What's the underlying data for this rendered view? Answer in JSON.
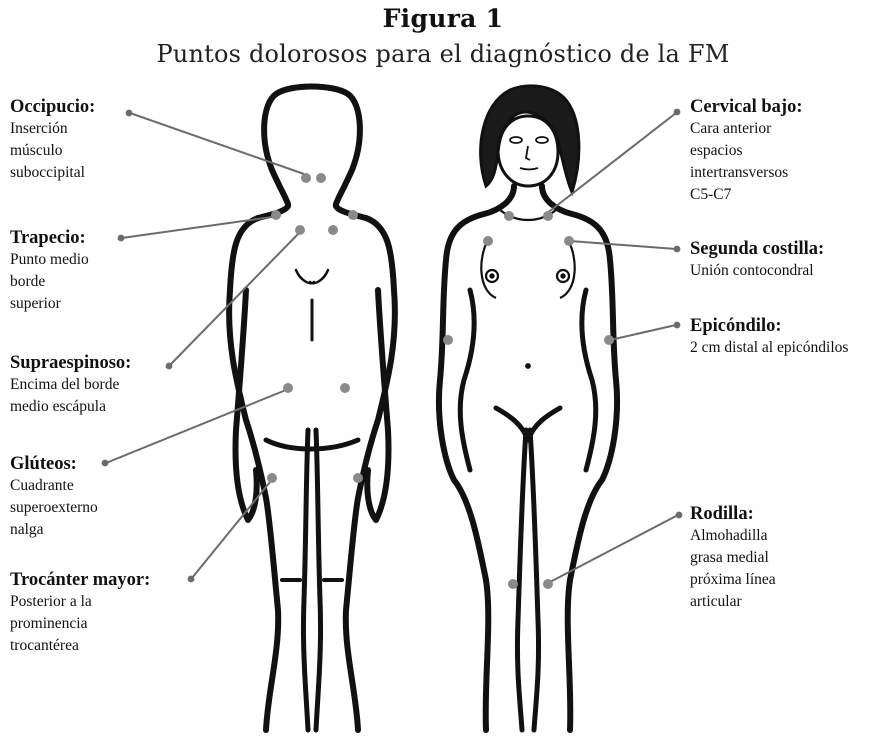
{
  "figure": {
    "title": "Figura 1",
    "subtitle": "Puntos dolorosos para el diagnóstico de la FM"
  },
  "left_labels": [
    {
      "heading": "Occipucio:",
      "lines": [
        "Inserción",
        "músculo",
        "suboccipital"
      ]
    },
    {
      "heading": "Trapecio:",
      "lines": [
        "Punto medio",
        "borde",
        "superior"
      ]
    },
    {
      "heading": "Supraespinoso:",
      "lines": [
        "Encima del borde",
        "medio escápula"
      ]
    },
    {
      "heading": "Glúteos:",
      "lines": [
        "Cuadrante",
        "superoexterno",
        "nalga"
      ]
    },
    {
      "heading": "Trocánter mayor:",
      "lines": [
        "Posterior a la",
        "prominencia",
        "trocantérea"
      ]
    }
  ],
  "right_labels": [
    {
      "heading": "Cervical bajo:",
      "lines": [
        "Cara anterior",
        "espacios",
        "intertransversos",
        "C5-C7"
      ]
    },
    {
      "heading": "Segunda costilla:",
      "lines": [
        "Unión contocondral"
      ]
    },
    {
      "heading": "Epicóndilo:",
      "lines": [
        "2 cm distal al epicóndilos"
      ]
    },
    {
      "heading": "Rodilla:",
      "lines": [
        "Almohadilla",
        "grasa medial",
        "próxima línea",
        "articular"
      ]
    }
  ],
  "colors": {
    "outline": "#111111",
    "hair": "#1a1a1a",
    "tender_point": "#8a8a8a",
    "leader_line": "#6b6b6b"
  }
}
